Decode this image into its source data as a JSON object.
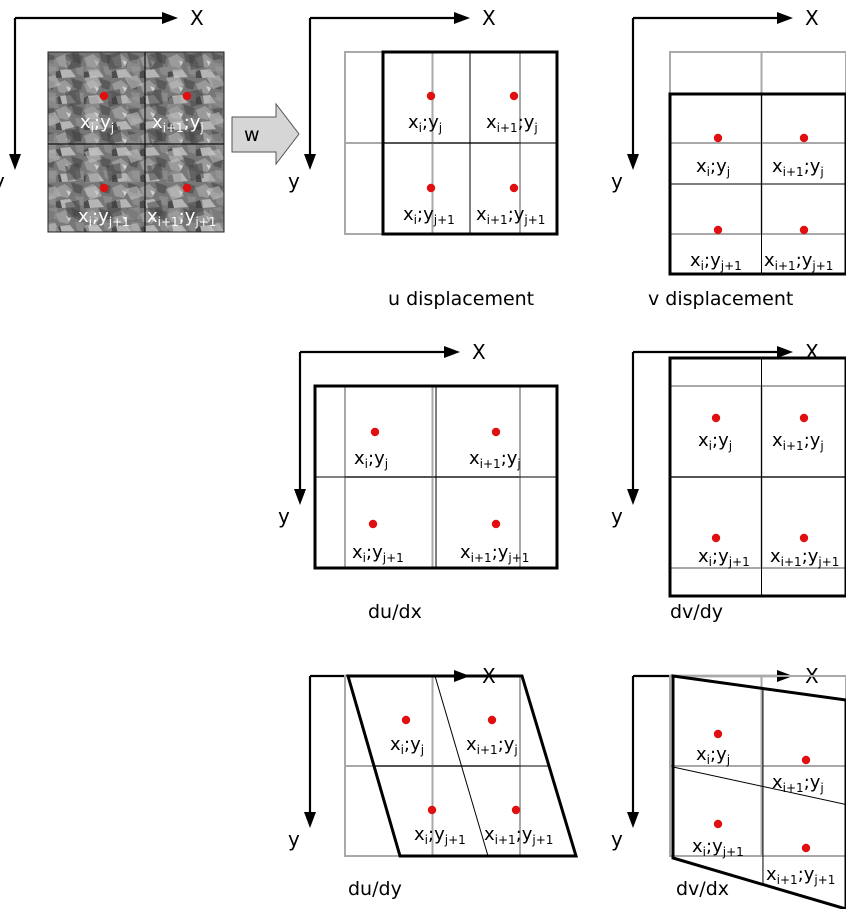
{
  "axes": {
    "x": "X",
    "y": "y"
  },
  "arrow_label": "w",
  "cell_labels": {
    "tl": {
      "a": "x",
      "as": "i",
      "b": "y",
      "bs": "j"
    },
    "tr": {
      "a": "x",
      "as": "i+1",
      "b": "y",
      "bs": "j"
    },
    "bl": {
      "a": "x",
      "as": "i",
      "b": "y",
      "bs": "j+1"
    },
    "br": {
      "a": "x",
      "as": "i+1",
      "b": "y",
      "bs": "j+1"
    }
  },
  "captions": {
    "u": "u displacement",
    "v": "v displacement",
    "dudx": "du/dx",
    "dvdy": "dv/dy",
    "dudy": "du/dy",
    "dvdx": "dv/dx"
  },
  "colors": {
    "point": "#e01010",
    "grid_original": "#a9a9a9",
    "grid_deformed": "#000000",
    "arrow_fill": "#d6d6d6"
  }
}
